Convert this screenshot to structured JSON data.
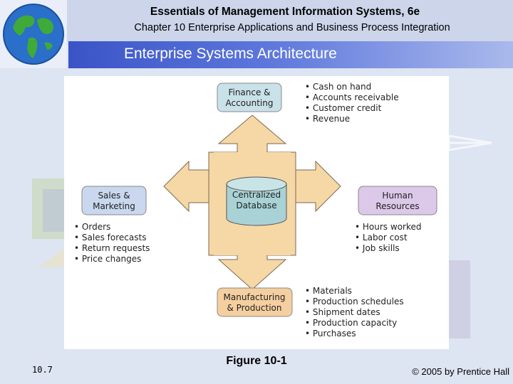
{
  "header": {
    "book_title": "Essentials of Management Information Systems, 6e",
    "chapter": "Chapter 10 Enterprise Applications and Business Process Integration",
    "slide_title": "Enterprise Systems Architecture"
  },
  "diagram": {
    "center": [
      "Centralized",
      "Database"
    ],
    "finance": {
      "title": [
        "Finance &",
        "Accounting"
      ],
      "items": [
        "Cash on hand",
        "Accounts receivable",
        "Customer credit",
        "Revenue"
      ]
    },
    "sales": {
      "title": [
        "Sales &",
        "Marketing"
      ],
      "items": [
        "Orders",
        "Sales forecasts",
        "Return requests",
        "Price changes"
      ]
    },
    "hr": {
      "title": [
        "Human",
        "Resources"
      ],
      "items": [
        "Hours worked",
        "Labor cost",
        "Job skills"
      ]
    },
    "mfg": {
      "title": [
        "Manufacturing",
        "& Production"
      ],
      "items": [
        "Materials",
        "Production schedules",
        "Shipment dates",
        "Production capacity",
        "Purchases"
      ]
    }
  },
  "footer": {
    "slide_number": "10.7",
    "figure_label": "Figure 10-1",
    "copyright": "© 2005 by Prentice Hall"
  }
}
